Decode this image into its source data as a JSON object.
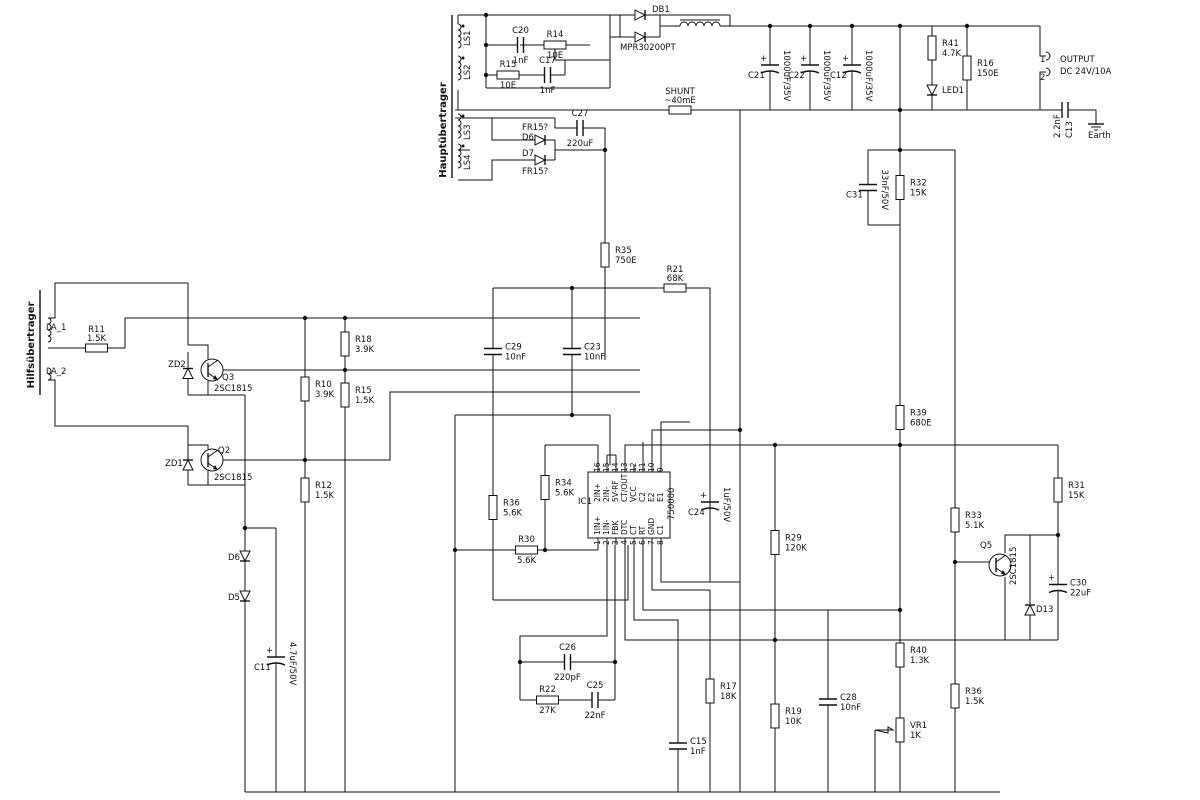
{
  "transformers": {
    "main_label": "Hauptübertrager",
    "aux_label": "Hilfsübertrager",
    "windings": [
      "LS1",
      "LS2",
      "LS3",
      "LS4",
      "LA_1",
      "LA_2"
    ]
  },
  "components": {
    "DB1": {
      "ref": "DB1",
      "value": "MPR30200PT"
    },
    "C20": {
      "ref": "C20",
      "value": "1nF"
    },
    "R14": {
      "ref": "R14",
      "value": "10E"
    },
    "C17": {
      "ref": "C17",
      "value": "1nF"
    },
    "R15a": {
      "ref": "R15",
      "value": "10E"
    },
    "C21": {
      "ref": "C21",
      "value": "1000uF/35V"
    },
    "C22": {
      "ref": "C22",
      "value": "1000uF/35V"
    },
    "C12": {
      "ref": "C12",
      "value": "1000uF/35V"
    },
    "R41": {
      "ref": "R41",
      "value": "4.7K"
    },
    "LED1": {
      "ref": "LED1",
      "value": ""
    },
    "R16": {
      "ref": "R16",
      "value": "150E"
    },
    "C13": {
      "ref": "C13",
      "value": "2.2nF"
    },
    "SHUNT": {
      "ref": "SHUNT",
      "value": "~40mE"
    },
    "C27": {
      "ref": "C27",
      "value": "220uF"
    },
    "D6a": {
      "ref": "D6",
      "value": "FR15?"
    },
    "D7": {
      "ref": "D7",
      "value": "FR15?"
    },
    "R35": {
      "ref": "R35",
      "value": "750E"
    },
    "C31": {
      "ref": "C31",
      "value": "33nF/50V"
    },
    "R32": {
      "ref": "R32",
      "value": "15K"
    },
    "R21": {
      "ref": "R21",
      "value": "68K"
    },
    "R11": {
      "ref": "R11",
      "value": "1.5K"
    },
    "R18": {
      "ref": "R18",
      "value": "3.9K"
    },
    "R15b": {
      "ref": "R15",
      "value": "1.5K"
    },
    "C29": {
      "ref": "C29",
      "value": "10nF"
    },
    "C23": {
      "ref": "C23",
      "value": "10nF"
    },
    "ZD2": {
      "ref": "ZD2",
      "value": ""
    },
    "Q3": {
      "ref": "Q3",
      "value": "2SC1815"
    },
    "ZD1": {
      "ref": "ZD1",
      "value": ""
    },
    "Q2": {
      "ref": "Q2",
      "value": "2SC1815"
    },
    "R10": {
      "ref": "R10",
      "value": "3.9K"
    },
    "R12": {
      "ref": "R12",
      "value": "1.5K"
    },
    "R36a": {
      "ref": "R36",
      "value": "5.6K"
    },
    "R34": {
      "ref": "R34",
      "value": "5.6K"
    },
    "R30": {
      "ref": "R30",
      "value": "5.6K"
    },
    "IC1": {
      "ref": "IC1",
      "value": "750080"
    },
    "C24": {
      "ref": "C24",
      "value": "1uF/50V"
    },
    "R29": {
      "ref": "R29",
      "value": "120K"
    },
    "R39": {
      "ref": "R39",
      "value": "680E"
    },
    "R33": {
      "ref": "R33",
      "value": "5.1K"
    },
    "R31": {
      "ref": "R31",
      "value": "15K"
    },
    "Q5": {
      "ref": "Q5",
      "value": "2SC1815"
    },
    "C30": {
      "ref": "C30",
      "value": "22uF"
    },
    "D13": {
      "ref": "D13",
      "value": ""
    },
    "D6b": {
      "ref": "D6",
      "value": ""
    },
    "D5": {
      "ref": "D5",
      "value": ""
    },
    "C11": {
      "ref": "C11",
      "value": "4.7uF/50V"
    },
    "C26": {
      "ref": "C26",
      "value": "220pF"
    },
    "R22": {
      "ref": "R22",
      "value": "27K"
    },
    "C25": {
      "ref": "C25",
      "value": "22nF"
    },
    "C15": {
      "ref": "C15",
      "value": "1nF"
    },
    "R17": {
      "ref": "R17",
      "value": "18K"
    },
    "R19": {
      "ref": "R19",
      "value": "10K"
    },
    "C28": {
      "ref": "C28",
      "value": "10nF"
    },
    "R40": {
      "ref": "R40",
      "value": "1.3K"
    },
    "VR1": {
      "ref": "VR1",
      "value": "1K"
    },
    "R36b": {
      "ref": "R36",
      "value": "1.5K"
    }
  },
  "output": {
    "title": "OUTPUT",
    "spec": "DC 24V/10A",
    "pin1": "1",
    "pin2": "2"
  },
  "earth": "Earth",
  "ic_pins": {
    "bottom": [
      "1IN+",
      "1IN-",
      "FBK",
      "DTC",
      "CT",
      "RT",
      "GND",
      "C1"
    ],
    "bottom_nums": [
      "1",
      "2",
      "3",
      "4",
      "5",
      "6",
      "7",
      "8"
    ],
    "top": [
      "2IN+",
      "2IN-",
      "5V-RF",
      "CT/OUT",
      "VCC",
      "C2",
      "E2",
      "E1"
    ],
    "top_nums": [
      "16",
      "15",
      "14",
      "13",
      "12",
      "11",
      "10",
      "9"
    ]
  }
}
